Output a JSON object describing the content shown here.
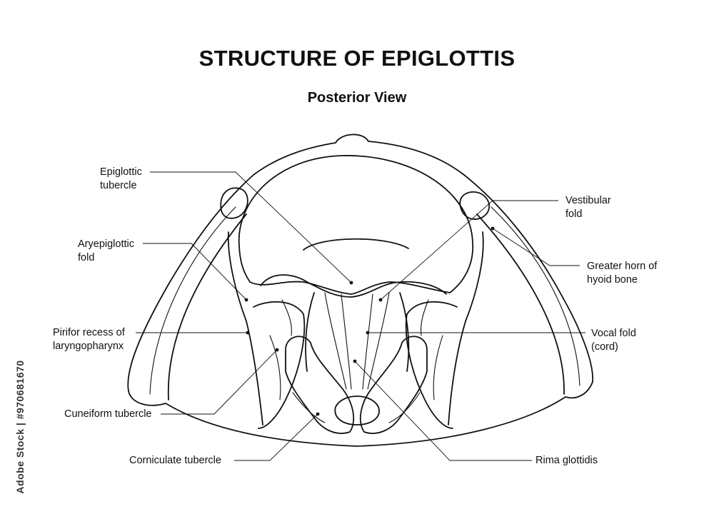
{
  "title": "STRUCTURE OF EPIGLOTTIS",
  "subtitle": "Posterior View",
  "labels": {
    "epiglottic_tubercle": "Epiglottic\ntubercle",
    "aryepiglottic_fold": "Aryepiglottic\nfold",
    "pirifor_recess": "Pirifor recess of\nlaryngopharynx",
    "cuneiform_tubercle": "Cuneiform tubercle",
    "corniculate_tubercle": "Corniculate tubercle",
    "vestibular_fold": "Vestibular\nfold",
    "greater_horn": "Greater horn of\nhyoid bone",
    "vocal_fold": "Vocal fold\n(cord)",
    "rima_glottidis": "Rima glottidis"
  },
  "stock_id": "Adobe Stock | #970681670"
}
